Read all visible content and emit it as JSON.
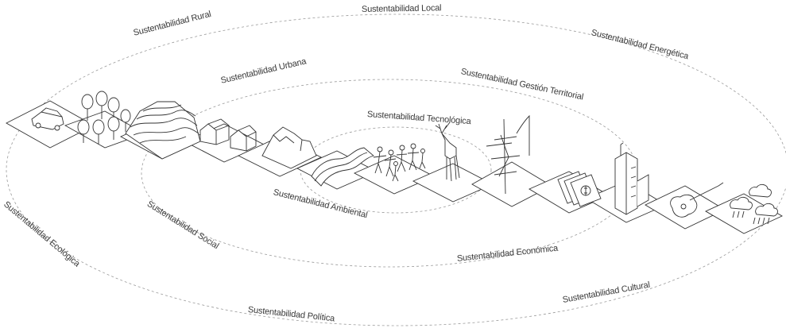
{
  "diagram": {
    "labels": {
      "local": "Sustentabilidad Local",
      "rural": "Sustentabilidad Rural",
      "energetica": "Sustentabilidad Energética",
      "urbana": "Sustentabilidad Urbana",
      "gestion_territorial": "Sustentabilidad Gestión Territorial",
      "tecnologica": "Sustentabilidad Tecnológica",
      "ambiental": "Sustentabilidad Ambiental",
      "social": "Sustentabilidad Social",
      "ecologica": "Sustentabilidad Ecológica",
      "economica": "Sustentabilidad Económica",
      "cultural": "Sustentabilidad Cultural",
      "politica": "Sustentabilidad Política"
    },
    "icons": [
      "car-icon",
      "trees-icon",
      "terraced-hills-icon",
      "houses-icon",
      "mountain-icon",
      "river-icon",
      "people-icon",
      "deer-icon",
      "power-tower-icon",
      "money-icon",
      "skyscraper-icon",
      "guitar-icon",
      "rain-clouds-icon"
    ],
    "colors": {
      "line": "#333333",
      "ring": "#9a9a9a",
      "text": "#3a3a3a"
    }
  }
}
